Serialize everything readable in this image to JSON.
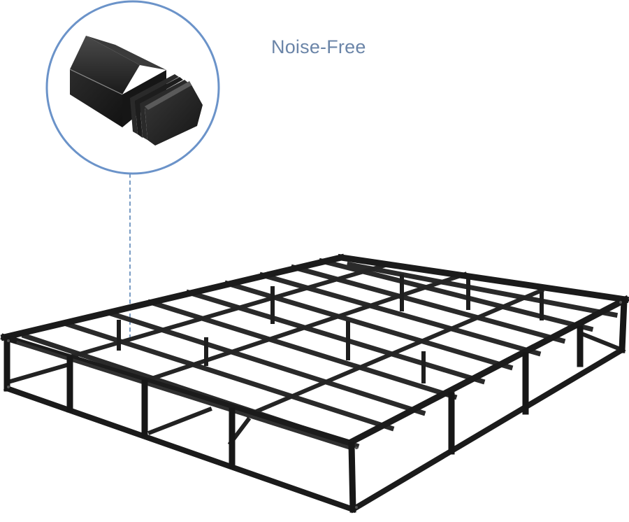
{
  "product_image": {
    "subject": "metal bed frame foundation",
    "background_color": "#ffffff",
    "frame_color": "#1e1e1e"
  },
  "callout": {
    "title": "Noise-Free",
    "title_color": "#6b85a8",
    "circle_color": "#6b93c9",
    "leader_line_color": "#7a9cc4",
    "detail_subject": "plastic end caps for square steel tube"
  }
}
